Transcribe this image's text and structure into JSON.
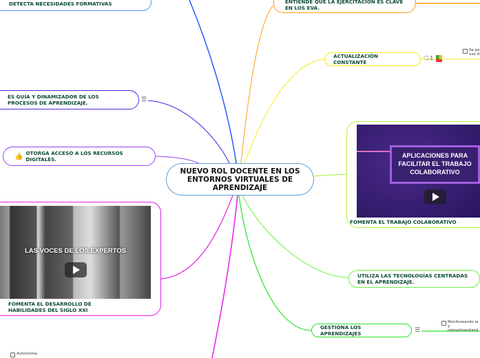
{
  "center": {
    "title": "NUEVO ROL DOCENTE EN LOS ENTORNOS VIRTUALES DE APRENDIZAJE"
  },
  "branches": {
    "detecta": {
      "label": "DETECTA NECESIDADES FORMATIVAS",
      "color": "#1f5cff"
    },
    "guia": {
      "label": "ES GUÍA Y DINAMIZADOR DE LOS PROCESOS DE APRENDIZAJE.",
      "color": "#3b1fe0",
      "icon": "notes-icon"
    },
    "acceso": {
      "label": "OTORGA ACCESO A LOS RECURSOS DIGITALES.",
      "color": "#9a3ff0",
      "icon": "thumbs-up-icon"
    },
    "habilidades": {
      "label": "FOMENTA EL DESARROLLO DE HABILIDADES DEL SIGLO XXI",
      "color": "#e020e8",
      "video_title": "LAS VOCES DE LOS EXPERTOS"
    },
    "ejercitacion": {
      "label": "ENTIENDE QUE LA EJERCITACIÓN ES CLAVE EN LOS EVA.",
      "color": "#ff9a10"
    },
    "actualizacion": {
      "label": "ACTUALIZACIÓN CONSTANTE",
      "color": "#f5e81a",
      "comment_count": "1",
      "note": "Se pe... uso d..."
    },
    "colaborativo": {
      "label": "FOMENTA EL TRABAJO COLABORATIVO",
      "color": "#a8f030",
      "video_title": "APLICACIONES PARA FACILITAR EL TRABAJO COLABORATIVO"
    },
    "tecnologias": {
      "label": "UTILIZA LAS TECNOLOGÍAS CENTRADAS EN EL APRENDIZAJE.",
      "color": "#6ef040"
    },
    "gestiona": {
      "label": "GESTIONA LOS APRENDIZAJES",
      "color": "#28e028",
      "note": "Monitoreando la y retroalimentand"
    },
    "autonomia": {
      "note": "Autonomía"
    }
  }
}
